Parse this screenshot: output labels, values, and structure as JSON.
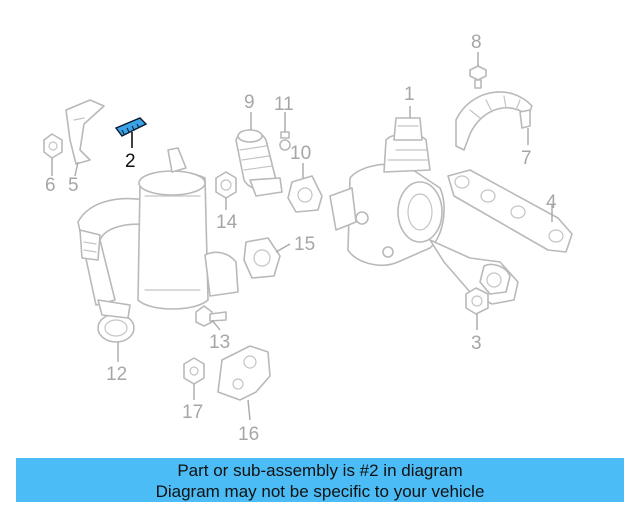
{
  "diagram": {
    "highlight_color": "#3aa3e8",
    "callouts": [
      {
        "id": "1",
        "label": "1"
      },
      {
        "id": "2",
        "label": "2",
        "highlighted": true
      },
      {
        "id": "3",
        "label": "3"
      },
      {
        "id": "4",
        "label": "4"
      },
      {
        "id": "5",
        "label": "5"
      },
      {
        "id": "6",
        "label": "6"
      },
      {
        "id": "7",
        "label": "7"
      },
      {
        "id": "8",
        "label": "8"
      },
      {
        "id": "9",
        "label": "9"
      },
      {
        "id": "10",
        "label": "10"
      },
      {
        "id": "11",
        "label": "11"
      },
      {
        "id": "12",
        "label": "12"
      },
      {
        "id": "13",
        "label": "13"
      },
      {
        "id": "14",
        "label": "14"
      },
      {
        "id": "15",
        "label": "15"
      },
      {
        "id": "16",
        "label": "16"
      },
      {
        "id": "17",
        "label": "17"
      }
    ]
  },
  "banner": {
    "background": "#4bbcf5",
    "line1": "Part or sub-assembly is #2 in diagram",
    "line2": "Diagram may not be specific to your vehicle"
  }
}
